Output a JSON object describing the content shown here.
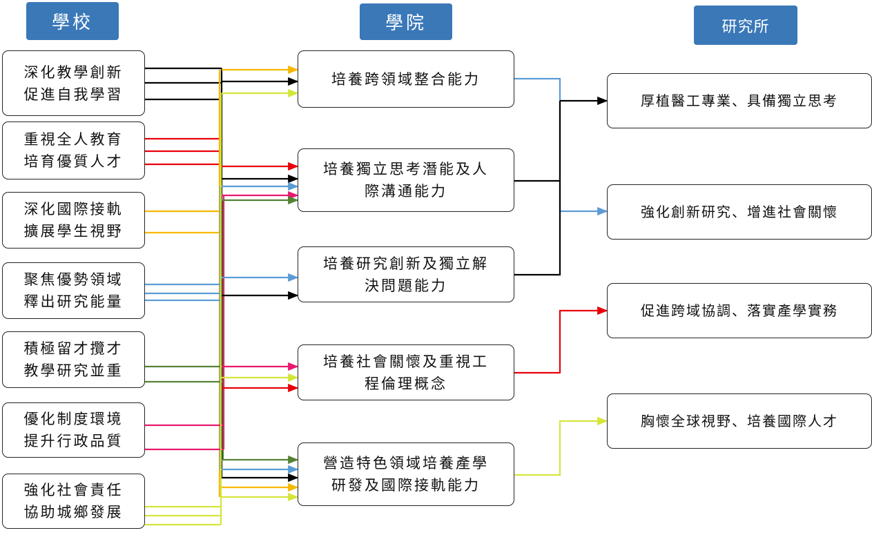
{
  "headers": {
    "school": "學校",
    "college": "學院",
    "institute": "研究所"
  },
  "school_goals": [
    "深化教學創新\n促進自我學習",
    "重視全人教育\n培育優質人才",
    "深化國際接軌\n擴展學生視野",
    "聚焦優勢領域\n釋出研究能量",
    "積極留才攬才\n教學研究並重",
    "優化制度環境\n提升行政品質",
    "強化社會責任\n協助城鄉發展"
  ],
  "college_goals": [
    "培養跨領域整合能力",
    "培養獨立思考潛能及人\n際溝通能力",
    "培養研究創新及獨立解\n決問題能力",
    "培養社會關懷及重視工\n程倫理概念",
    "營造特色領域培養產學\n研發及國際接軌能力"
  ],
  "institute_goals": [
    "厚植醫工專業、具備獨立思考",
    "強化創新研究、增進社會關懷",
    "促進跨域協調、落實產學實務",
    "胸懷全球視野、培養國際人才"
  ],
  "colors": {
    "header_bg": "#3a78b8",
    "black": "#000000",
    "red": "#e8000b",
    "orange": "#f5b800",
    "blue": "#5b9bd5",
    "olive": "#548235",
    "pink": "#e8196e",
    "lime": "#d4e63a"
  }
}
